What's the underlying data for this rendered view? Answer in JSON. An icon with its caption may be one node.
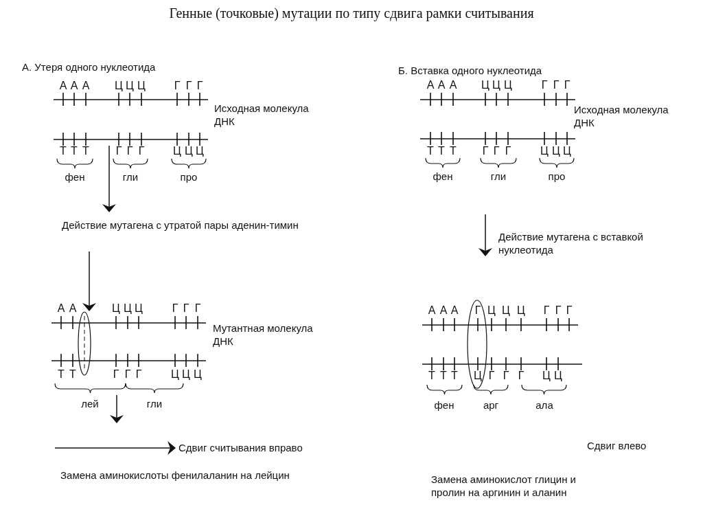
{
  "diagram": {
    "title": "Генные (точковые) мутации по типу сдвига рамки считывания",
    "labels": [
      "А. Утеря одного нуклеотида",
      "А",
      "А",
      "А",
      "Ц",
      "Ц",
      "Ц",
      "Г",
      "Г",
      "Г",
      "Исходная молекула ДНК",
      "Т",
      "Т",
      "Т",
      "Г",
      "Г",
      "Г",
      "Ц",
      "Ц",
      "Ц",
      "фен",
      "гли",
      "про",
      "Действие мутагена с утратой пары аденин-тимин",
      "А",
      "А",
      "Ц",
      "Ц",
      "Ц",
      "Г",
      "Г",
      "Г",
      "Мутантная молекула ДНК",
      "Т",
      "Т",
      "Г",
      "Г",
      "Г",
      "Ц",
      "Ц",
      "Ц",
      "лей",
      "гли",
      "Сдвиг считывания вправо",
      "Замена аминокислоты фенилаланин на лейцин",
      "Б. Вставка одного нуклеотида",
      "А",
      "А",
      "А",
      "Ц",
      "Ц",
      "Ц",
      "Г",
      "Г",
      "Г",
      "Исходная молекула ДНК",
      "Т",
      "Т",
      "Т",
      "Г",
      "Г",
      "Г",
      "Ц",
      "Ц",
      "Ц",
      "фен",
      "гли",
      "про",
      "Действие мутагена с вставкой нуклеотида",
      "А",
      "А",
      "А",
      "Г",
      "Ц",
      "Ц",
      "Ц",
      "Г",
      "Г",
      "Г",
      "Т",
      "Т",
      "Т",
      "Ц",
      "Г",
      "Г",
      "Г",
      "Ц",
      "Ц",
      "фен",
      "арг",
      "ала",
      "Сдвиг влево",
      "Замена аминокислот глицин и пролин на аргинин и аланин"
    ]
  }
}
